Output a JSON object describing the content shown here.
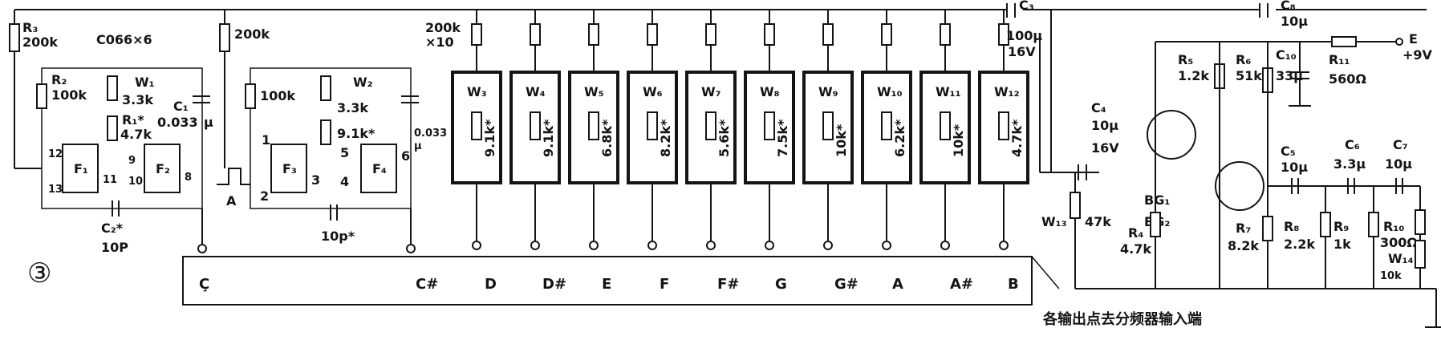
{
  "figure_label": "③",
  "freq_labels": {
    "top": [
      "R₃",
      "200k",
      "C066×6",
      "200k",
      "200k",
      "×10",
      "C₃",
      "100μ",
      "16V",
      "C₈",
      "10μ"
    ],
    "r_row": [
      "R₂",
      "100k",
      "100k",
      "W₁",
      "3.3k",
      "C₁",
      "0.033",
      "μ",
      "R₁*",
      "4.7k",
      "W₂",
      "3.3k",
      "9.1k*",
      "0.033",
      "μ",
      "C₂*",
      "10P",
      "10p*",
      "A"
    ],
    "gates": [
      "F₁",
      "F₂",
      "F₃",
      "F₄"
    ],
    "pins": [
      "12",
      "13",
      "11",
      "9",
      "10",
      "8",
      "1",
      "2",
      "3",
      "5",
      "4",
      "6"
    ],
    "out_right": [
      "R₅",
      "1.2k",
      "R₆",
      "51k",
      "C₁₀",
      "33μ",
      "R₁₁",
      "560Ω",
      "E",
      "+9V",
      "C₄",
      "10μ",
      "16V",
      "BG₁",
      "BG₂",
      "W₁₃",
      "47k",
      "R₄",
      "4.7k",
      "R₇",
      "8.2k",
      "C₅",
      "10μ",
      "C₆",
      "3.3μ",
      "C₇",
      "10μ",
      "R₈",
      "2.2k",
      "R₉",
      "1k",
      "R₁₀",
      "300Ω",
      "W₁₄",
      "10k"
    ]
  },
  "pots": [
    {
      "name": "W₃",
      "value": "9.1k*"
    },
    {
      "name": "W₄",
      "value": "9.1k*"
    },
    {
      "name": "W₅",
      "value": "6.8k*"
    },
    {
      "name": "W₆",
      "value": "8.2k*"
    },
    {
      "name": "W₇",
      "value": "5.6k*"
    },
    {
      "name": "W₈",
      "value": "7.5k*"
    },
    {
      "name": "W₉",
      "value": "10k*"
    },
    {
      "name": "W₁₀",
      "value": "6.2k*"
    },
    {
      "name": "W₁₁",
      "value": "10k*"
    },
    {
      "name": "W₁₂",
      "value": "4.7k*"
    }
  ],
  "output_keys": [
    "Ç",
    "C#",
    "D",
    "D#",
    "E",
    "F",
    "F#",
    "G",
    "G#",
    "A",
    "A#",
    "B"
  ],
  "note": "各输出点去分频器输入端"
}
